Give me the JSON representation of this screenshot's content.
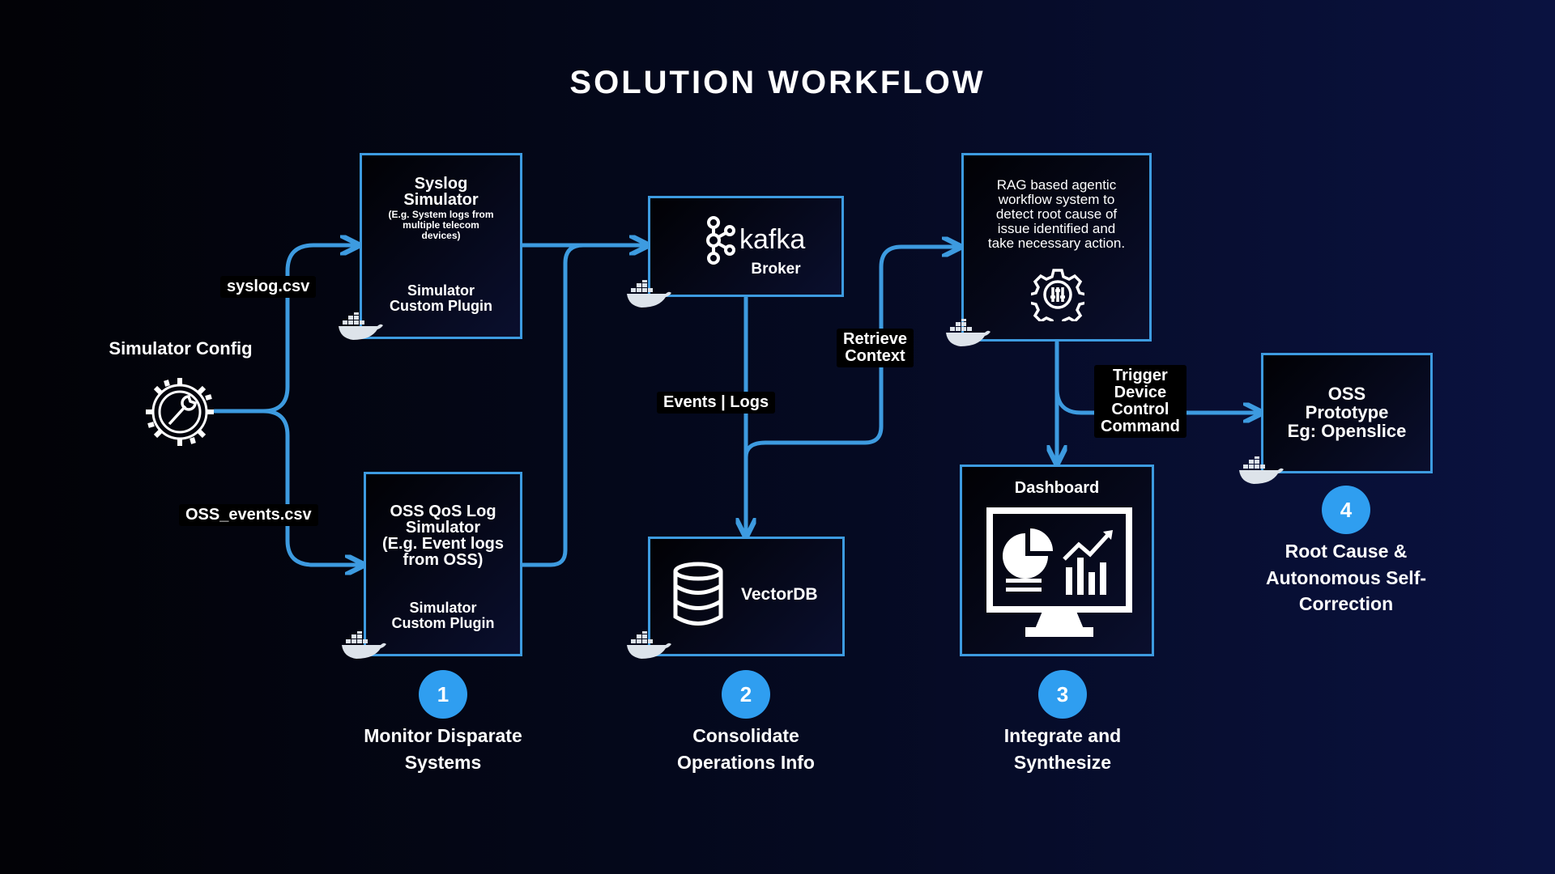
{
  "title": "SOLUTION WORKFLOW",
  "simulator_config": {
    "label": "Simulator Config",
    "icon": "gear-wrench-icon"
  },
  "inputs": {
    "syslog": "syslog.csv",
    "oss_events": "OSS_events.csv"
  },
  "syslog_box": {
    "title1": "Syslog",
    "title2": "Simulator",
    "sub1": "(E.g. System logs from",
    "sub2": "multiple  telecom",
    "sub3": "devices)",
    "plugin1": "Simulator",
    "plugin2": "Custom Plugin"
  },
  "oss_box": {
    "l1": "OSS QoS Log",
    "l2": "Simulator",
    "l3": "(E.g. Event logs",
    "l4": "from OSS)",
    "plugin1": "Simulator",
    "plugin2": "Custom Plugin"
  },
  "kafka_box": {
    "name": "kafka",
    "role": "Broker"
  },
  "vectordb_box": {
    "name": "VectorDB"
  },
  "rag_box": {
    "l1": "RAG based agentic",
    "l2": "workflow system to",
    "l3": "detect root cause of",
    "l4": "issue identified and",
    "l5": "take necessary action."
  },
  "dashboard_box": {
    "name": "Dashboard"
  },
  "oss_proto_box": {
    "l1": "OSS",
    "l2": "Prototype",
    "l3": "Eg: Openslice"
  },
  "edge_labels": {
    "events_logs": "Events | Logs",
    "retrieve1": "Retrieve",
    "retrieve2": "Context",
    "trigger1": "Trigger",
    "trigger2": "Device",
    "trigger3": "Control",
    "trigger4": "Command"
  },
  "steps": [
    {
      "num": "1",
      "line1": "Monitor Disparate",
      "line2": "Systems"
    },
    {
      "num": "2",
      "line1": "Consolidate",
      "line2": "Operations Info"
    },
    {
      "num": "3",
      "line1": "Integrate and",
      "line2": "Synthesize"
    },
    {
      "num": "4",
      "line1": "Root Cause &",
      "line2": "Autonomous Self-",
      "line3": "Correction"
    }
  ],
  "colors": {
    "accent": "#3d9be0",
    "step_circle": "#2f9ef0",
    "label_bg": "#000000"
  }
}
